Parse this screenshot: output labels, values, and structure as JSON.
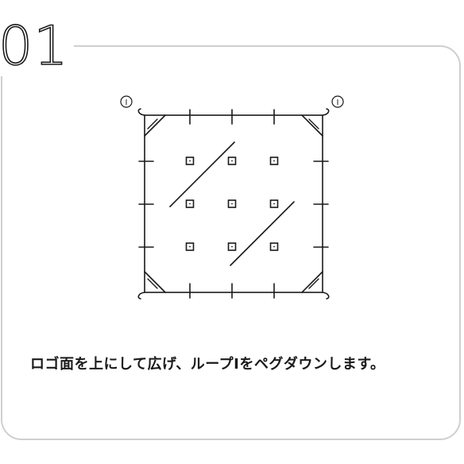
{
  "step": {
    "number": "01"
  },
  "diagram": {
    "loop_label": "Ⅰ",
    "tarp_shape": "square",
    "guy_point_markers_per_side": 3,
    "eyelet_grid": "3x3",
    "corner_patches": 4,
    "diagonal_lines": 2,
    "colors": {
      "line": "#1a1a1a",
      "card_border": "#cfcfcf",
      "background": "#ffffff"
    }
  },
  "instruction": {
    "text": "ロゴ面を上にして広げ、ループⅠをペグダウンします。"
  }
}
